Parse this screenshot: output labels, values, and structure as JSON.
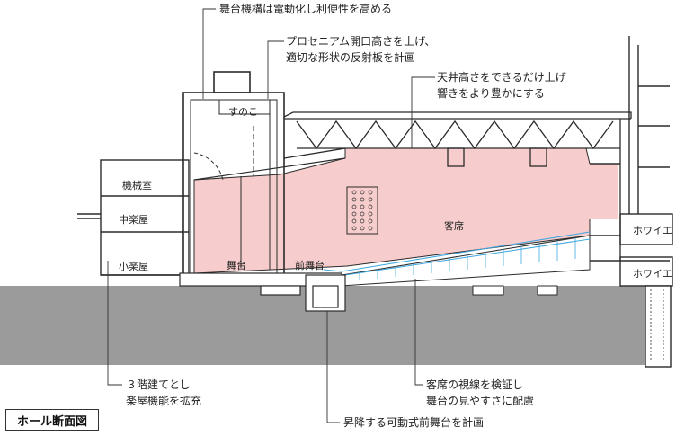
{
  "callouts": {
    "stage_mech": "舞台機構は電動化し利便性を高める",
    "proscenium_1": "プロセニアム開口高さを上げ、",
    "proscenium_2": "適切な形状の反射板を計画",
    "ceiling_1": "天井高さをできるだけ上げ",
    "ceiling_2": "響きをより豊かにする",
    "three_story_1": "３階建てとし",
    "three_story_2": "楽屋機能を拡充",
    "sightline_1": "客席の視線を検証し",
    "sightline_2": "舞台の見やすさに配慮",
    "lift": "昇降する可動式前舞台を計画"
  },
  "rooms": {
    "sunoko": "すのこ",
    "machine_room": "機械室",
    "middle_green": "中楽屋",
    "small_green": "小楽屋",
    "stage": "舞台",
    "forestage": "前舞台",
    "seats": "客席",
    "foyer_upper": "ホワイエ",
    "foyer_lower": "ホワイエ"
  },
  "figure_title": "ホール断面図",
  "colors": {
    "hall_fill": "#f7cccc",
    "ground": "#9b9b9b",
    "line": "#2b2b2b",
    "seat_lines": "#3fa7e0"
  }
}
